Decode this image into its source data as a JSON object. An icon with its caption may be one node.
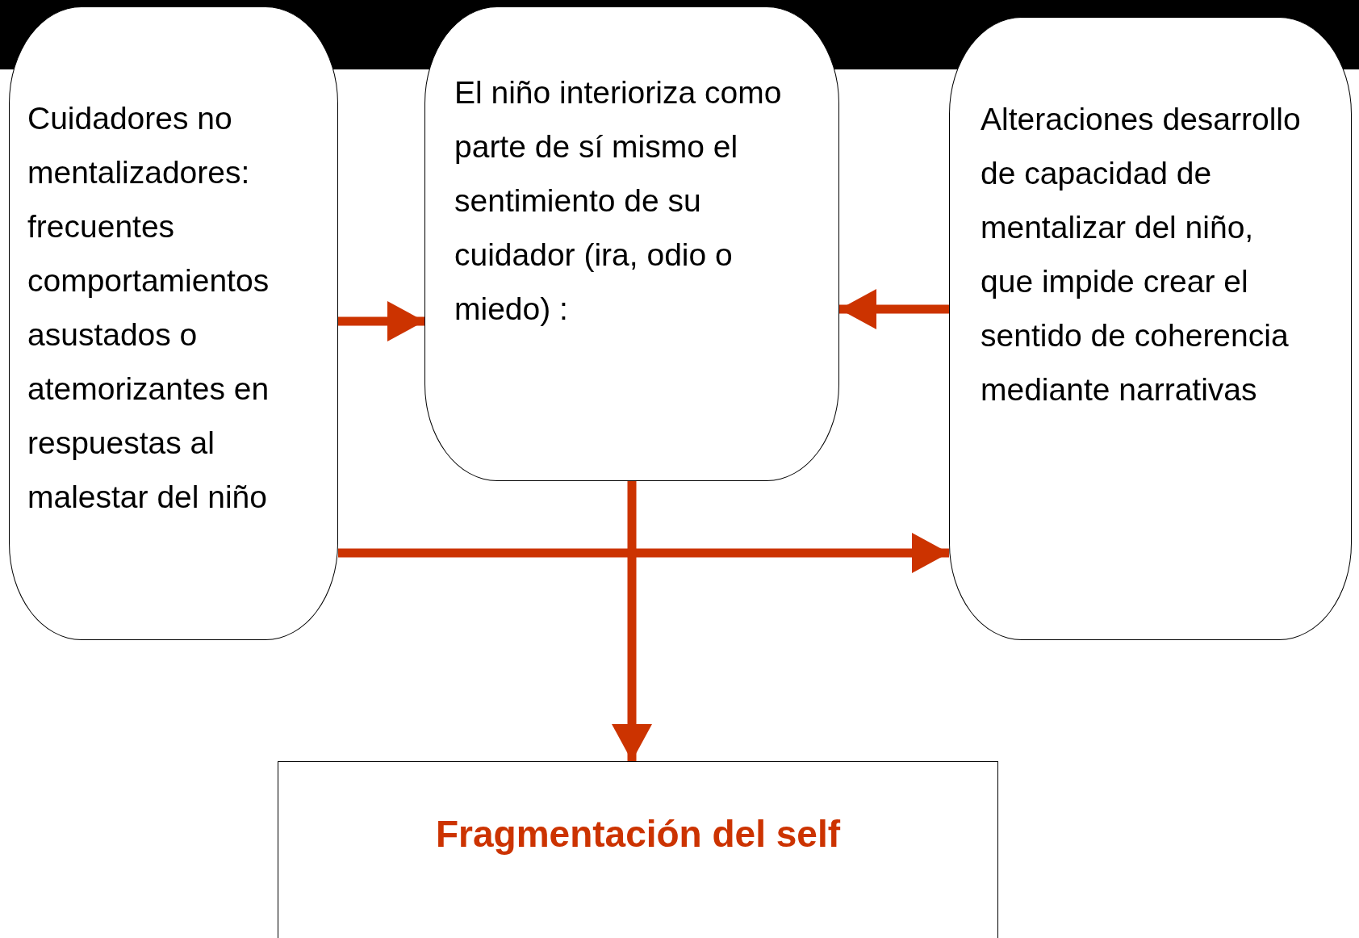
{
  "diagram": {
    "nodes": [
      {
        "text": [
          "Cuidadores no mentalizadores: frecuentes comportamientos asustados o atemorizantes en respuestas al malestar del niño"
        ]
      },
      {
        "text": [
          "El niño interioriza como parte de sí mismo el sentimiento de su cuidador (ira, odio o miedo) :"
        ]
      },
      {
        "text": [
          "Alteraciones desarrollo de capacidad de mentalizar del niño, que impide crear el sentido de coherencia mediante narrativas"
        ]
      },
      {
        "text": [
          "Fragmentación del self"
        ]
      }
    ],
    "edges": [
      {
        "from": 0,
        "to": 1,
        "arrow": "to"
      },
      {
        "from": 2,
        "to": 1,
        "arrow": "to"
      },
      {
        "from": 0,
        "to": 2,
        "arrow": "to"
      },
      {
        "from": 1,
        "to": 3,
        "arrow": "to"
      }
    ]
  }
}
